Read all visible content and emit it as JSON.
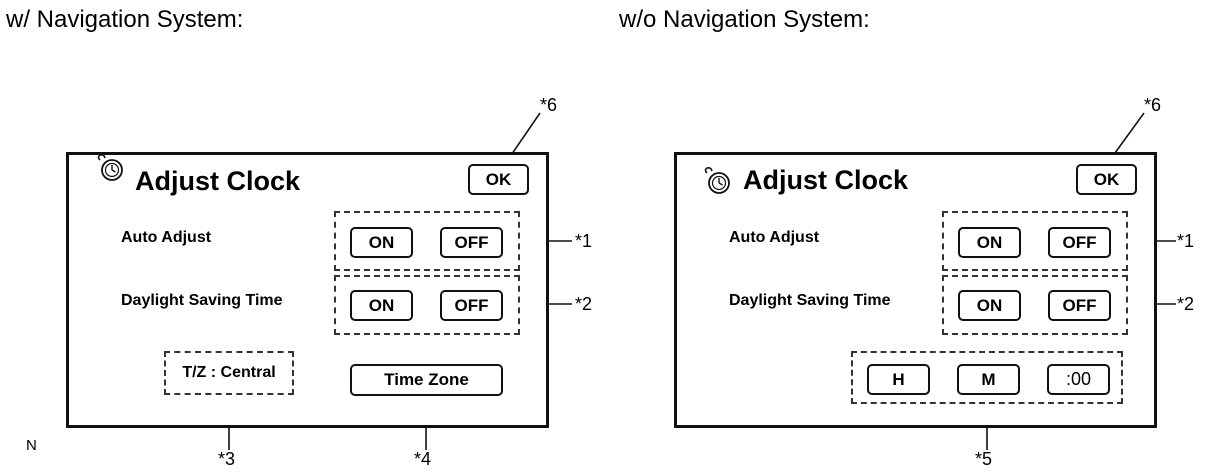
{
  "captions": {
    "with_nav": "w/ Navigation System:",
    "without_nav": "w/o Navigation System:"
  },
  "left_screen": {
    "title": "Adjust Clock",
    "ok_label": "OK",
    "auto_adjust_label": "Auto Adjust",
    "dst_label": "Daylight Saving Time",
    "auto_on": "ON",
    "auto_off": "OFF",
    "dst_on": "ON",
    "dst_off": "OFF",
    "timezone_status": "T/Z : Central",
    "timezone_button": "Time Zone"
  },
  "right_screen": {
    "title": "Adjust Clock",
    "ok_label": "OK",
    "auto_adjust_label": "Auto Adjust",
    "dst_label": "Daylight Saving Time",
    "auto_on": "ON",
    "auto_off": "OFF",
    "dst_on": "ON",
    "dst_off": "OFF",
    "hour_button": "H",
    "minute_button": "M",
    "zero_button": ":00"
  },
  "callouts": {
    "left": {
      "c1": "*1",
      "c2": "*2",
      "c3": "*3",
      "c4": "*4",
      "c6": "*6"
    },
    "right": {
      "c1": "*1",
      "c2": "*2",
      "c5": "*5",
      "c6": "*6"
    }
  },
  "corner_marker": "N",
  "icons": {
    "clock": "clock-icon"
  }
}
